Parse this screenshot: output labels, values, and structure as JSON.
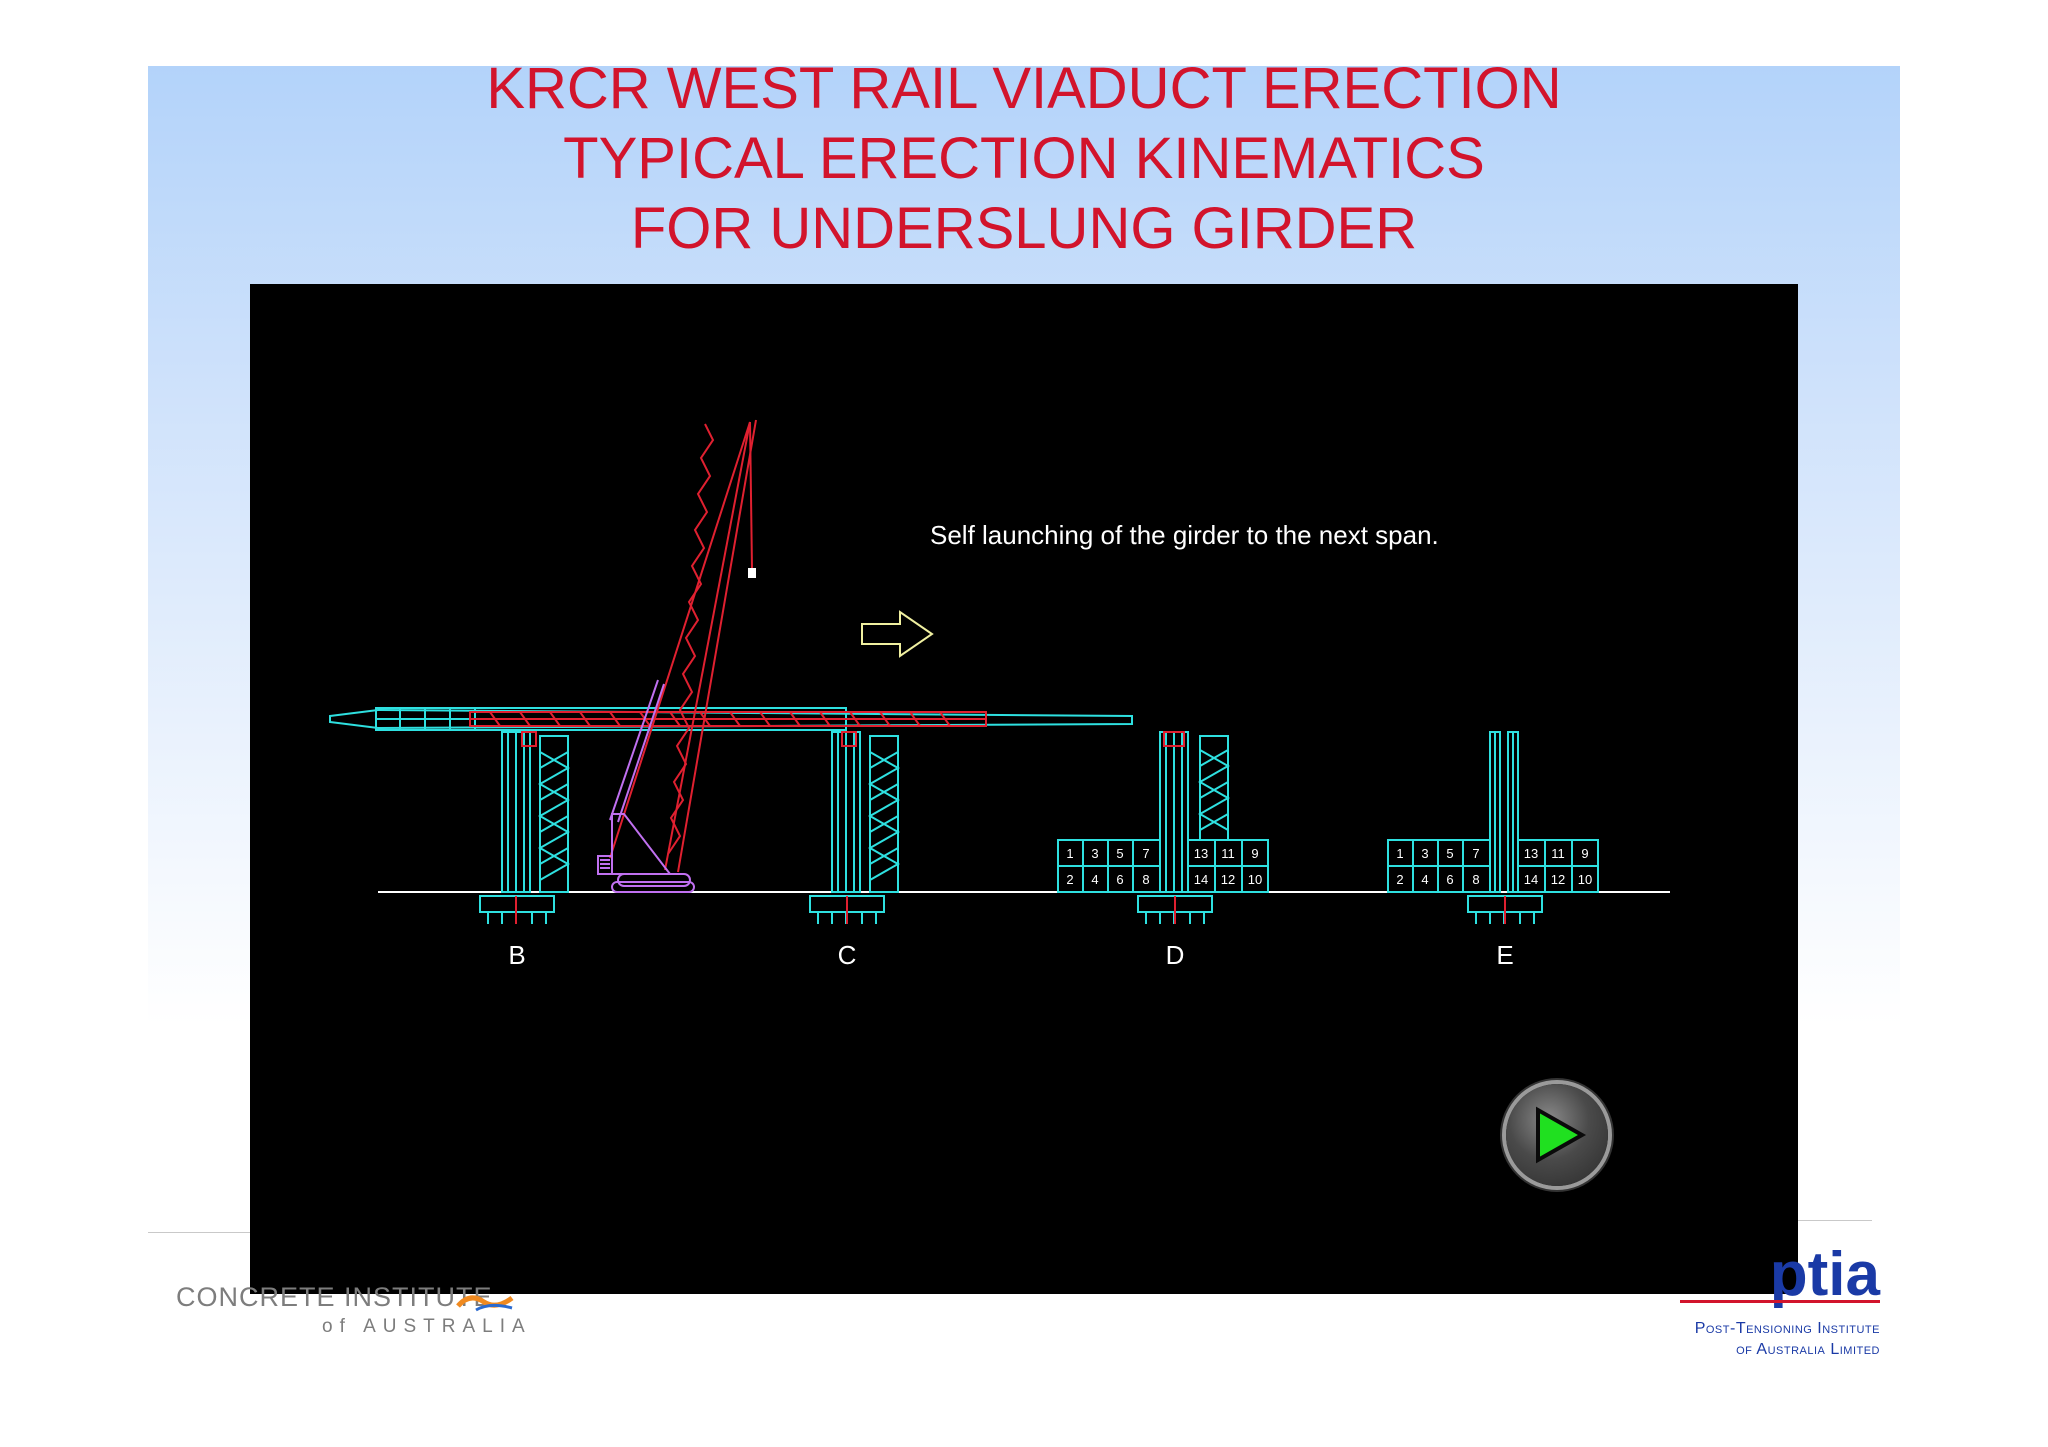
{
  "slide": {
    "title_lines": [
      "KRCR WEST RAIL VIADUCT ERECTION",
      "TYPICAL ERECTION KINEMATICS",
      "FOR UNDERSLUNG GIRDER"
    ]
  },
  "animation": {
    "caption": "Self launching of the girder to the next span.",
    "pier_labels": [
      "B",
      "C",
      "D",
      "E"
    ],
    "segment_numbers_top": [
      "1",
      "3",
      "5",
      "7",
      "13",
      "11",
      "9"
    ],
    "segment_numbers_bottom": [
      "2",
      "4",
      "6",
      "8",
      "14",
      "12",
      "10"
    ],
    "launch_direction": "right-arrow-icon",
    "play_button_icon": "play-icon"
  },
  "colors": {
    "title": "#d2142c",
    "structure": "#2ee0e0",
    "crane": "#e02030",
    "crane_base": "#c070f0",
    "arrow": "#f0f0a0",
    "play": "#20e020"
  },
  "footer": {
    "left_logo_line1": "CONCRETE INSTITUTE",
    "left_logo_line2": "of AUSTRALIA",
    "right_logo_mark": "ptia",
    "right_logo_line1": "Post-Tensioning Institute",
    "right_logo_line2": "of Australia Limited"
  }
}
